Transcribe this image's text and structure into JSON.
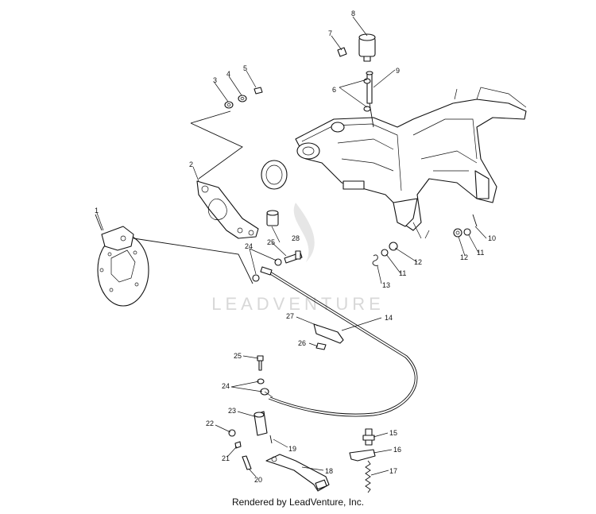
{
  "diagram": {
    "watermark": "LEADVENTURE",
    "footer": "Rendered by LeadVenture, Inc.",
    "callouts": {
      "c1": "1",
      "c2": "2",
      "c3": "3",
      "c4": "4",
      "c5": "5",
      "c6": "6",
      "c7": "7",
      "c8": "8",
      "c9": "9",
      "c10": "10",
      "c11a": "11",
      "c11b": "11",
      "c12a": "12",
      "c12b": "12",
      "c13": "13",
      "c14": "14",
      "c15": "15",
      "c16": "16",
      "c17": "17",
      "c18": "18",
      "c19": "19",
      "c20": "20",
      "c21": "21",
      "c22": "22",
      "c23": "23",
      "c24a": "24",
      "c24b": "24",
      "c25a": "25",
      "c25b": "25",
      "c26": "26",
      "c27": "27",
      "c28": "28"
    }
  }
}
